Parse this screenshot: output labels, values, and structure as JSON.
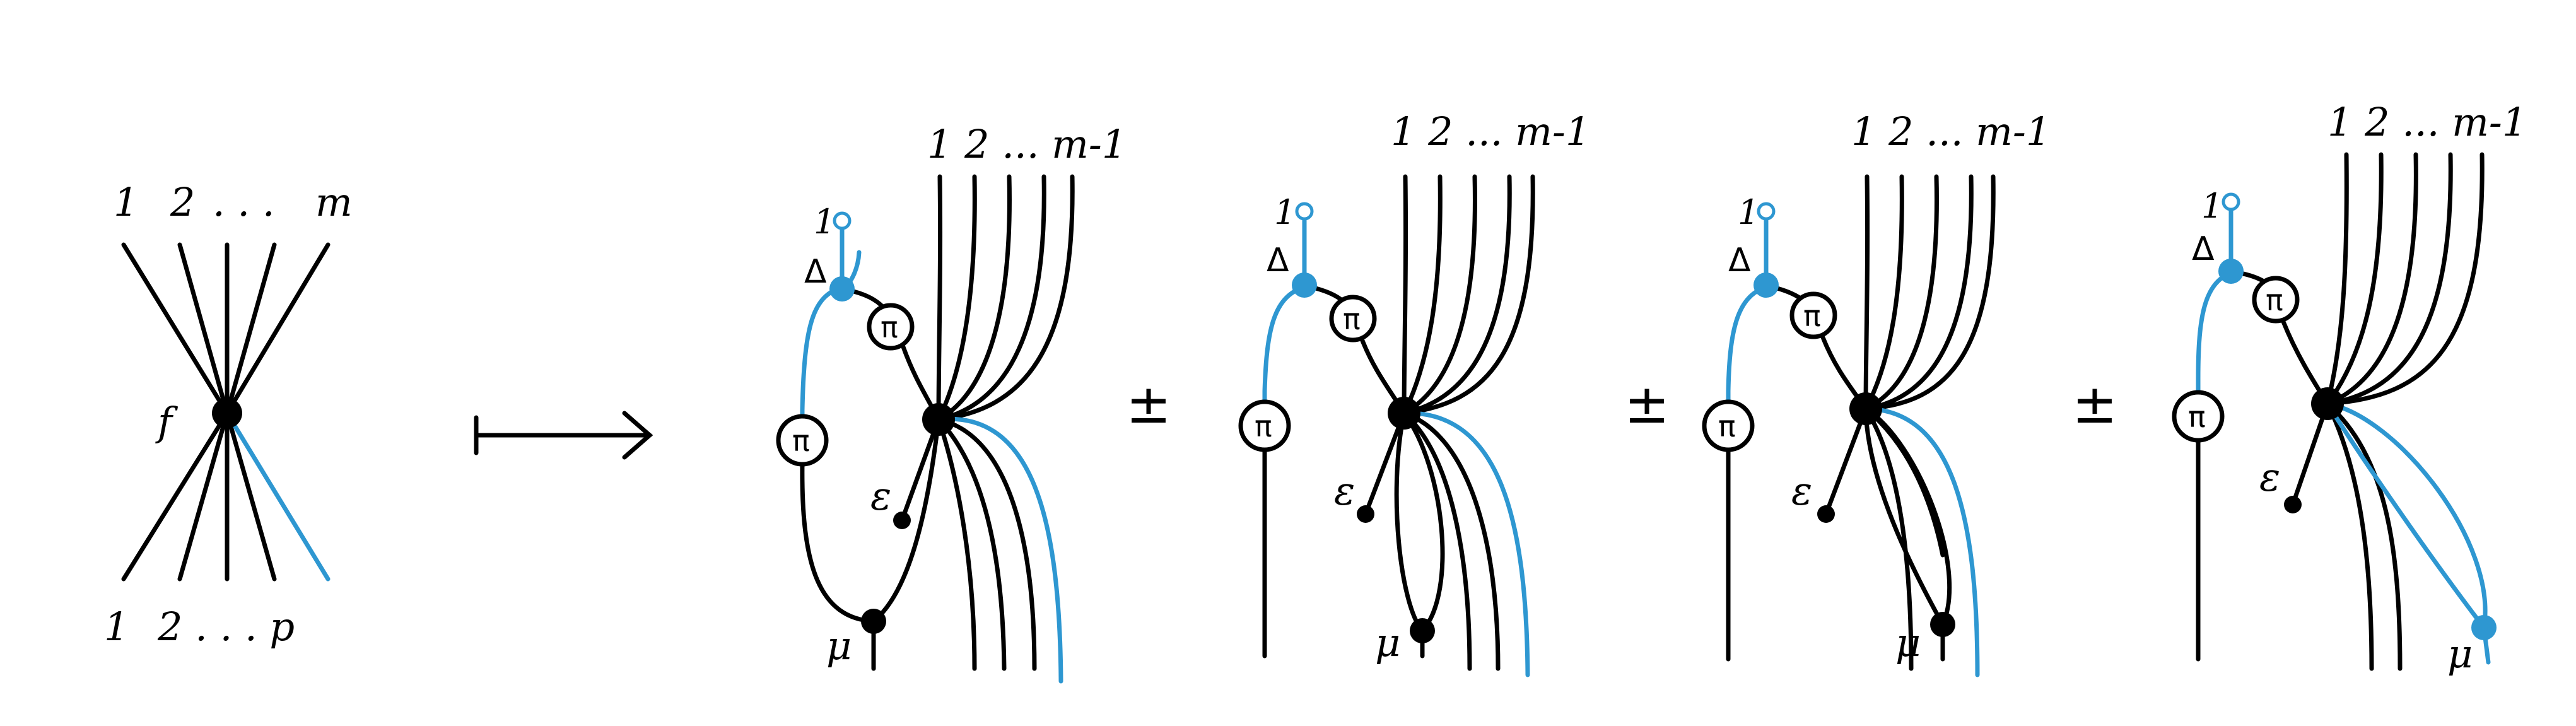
{
  "colors": {
    "ink": "#000000",
    "accent": "#2e97d1"
  },
  "left": {
    "top_labels": [
      "1",
      "2",
      ". . .",
      "m"
    ],
    "bottom_labels": [
      "1",
      "2 . . . p"
    ],
    "vertex_label": "f"
  },
  "arrow": "⟼",
  "operators": [
    "±",
    "±",
    "±"
  ],
  "panels": [
    {
      "top_label": "1 2 ... m-1",
      "unit_label": "1",
      "delta": "Δ",
      "pi_top": "π",
      "pi_left": "π",
      "epsilon": "ε",
      "mu": "μ"
    },
    {
      "top_label": "1 2 ... m-1",
      "unit_label": "1",
      "delta": "Δ",
      "pi_top": "π",
      "pi_left": "π",
      "epsilon": "ε",
      "mu": "μ"
    },
    {
      "top_label": "1 2 ... m-1",
      "unit_label": "1",
      "delta": "Δ",
      "pi_top": "π",
      "pi_left": "π",
      "epsilon": "ε",
      "mu": "μ"
    },
    {
      "top_label": "1 2 ... m-1",
      "unit_label": "1",
      "delta": "Δ",
      "pi_top": "π",
      "pi_left": "π",
      "epsilon": "ε",
      "mu": "μ"
    }
  ]
}
